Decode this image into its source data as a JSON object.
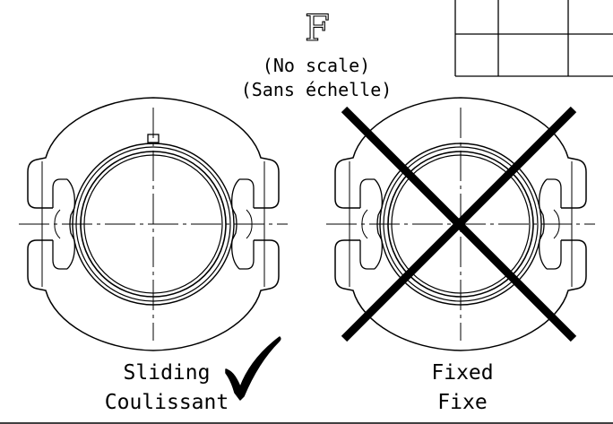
{
  "sheet": {
    "letter": "F",
    "note_en": "(No scale)",
    "note_fr": "(Sans échelle)"
  },
  "views": [
    {
      "label_en": "Sliding",
      "label_fr": "Coulissant",
      "status": "correct",
      "status_icon": "checkmark-icon"
    },
    {
      "label_en": "Fixed",
      "label_fr": "Fixe",
      "status": "incorrect",
      "status_icon": "cross-out-icon"
    }
  ],
  "colors": {
    "line": "#000000",
    "background": "#ffffff"
  }
}
